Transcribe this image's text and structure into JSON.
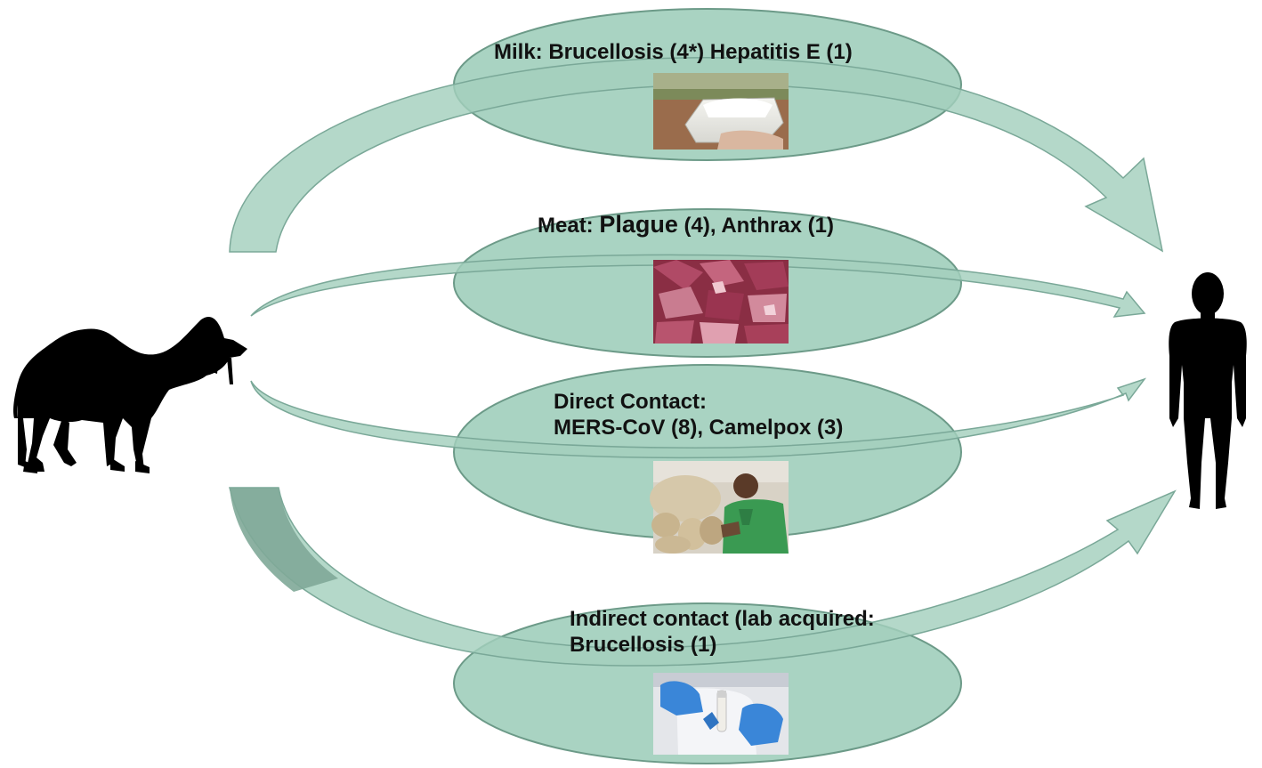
{
  "colors": {
    "ellipse_fill": "#a9d3c2",
    "ellipse_stroke": "#6c9a88",
    "arrow_fill": "#a3cfbd",
    "arrow_stroke": "#7aa898",
    "silhouette": "#000000",
    "text": "#111111"
  },
  "source": {
    "name": "camel",
    "icon": "camel-silhouette-icon"
  },
  "target": {
    "name": "human",
    "icon": "human-silhouette-icon"
  },
  "routes": [
    {
      "id": "milk",
      "line1": "Milk: Brucellosis (4*) Hepatitis E (1)",
      "line2": "",
      "photo": "milk-product-photo"
    },
    {
      "id": "meat",
      "prefix": "Meat: ",
      "emphasis": "Plague",
      "suffix": " (4), Anthrax (1)",
      "photo": "raw-meat-photo"
    },
    {
      "id": "direct",
      "line1": "Direct Contact:",
      "line2": "MERS-CoV  (8), Camelpox (3)",
      "photo": "camel-handler-photo"
    },
    {
      "id": "indirect",
      "line1": "Indirect contact (lab acquired:",
      "line2": "Brucellosis (1)",
      "photo": "lab-sample-photo"
    }
  ]
}
